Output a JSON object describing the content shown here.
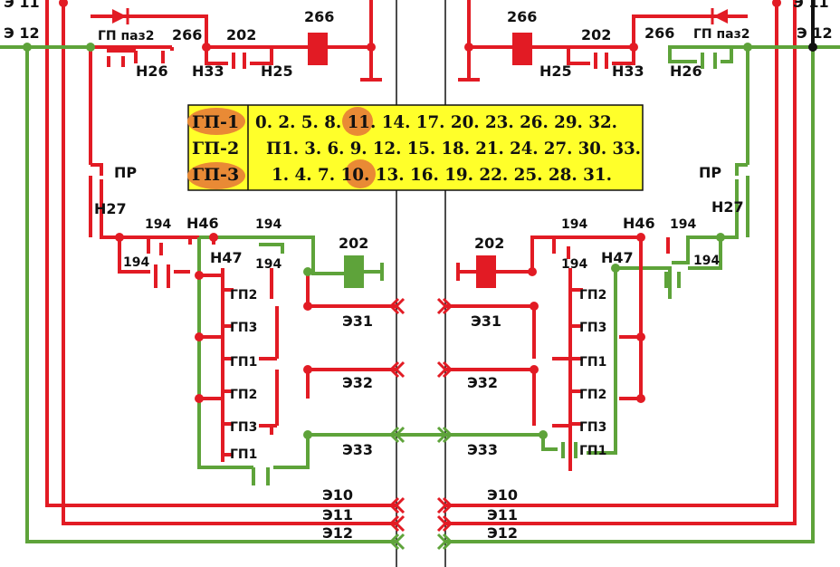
{
  "colors": {
    "red": "#e21b24",
    "green": "#5ea33a",
    "black": "#111111",
    "table_bg": "#ffff2a",
    "highlight": "#e98a35"
  },
  "top_left": {
    "e11": "Э 11",
    "e12": "Э 12",
    "gp_paz2": "ГП паз2",
    "n26": "Н26",
    "v266a": "266",
    "v202": "202",
    "v266b": "266",
    "n33": "Н33",
    "n25": "Н25"
  },
  "top_right": {
    "e11": "Э 11",
    "e12": "Э 12",
    "gp_paz2": "ГП паз2",
    "n26": "Н26",
    "v266a": "266",
    "v202": "202",
    "v266b": "266",
    "n33": "Н33",
    "n25": "Н25"
  },
  "table": {
    "rows": [
      {
        "key": "ГП-1",
        "values": "0. 2. 5. 8. 11. 14. 17. 20. 23. 26. 29. 32."
      },
      {
        "key": "ГП-2",
        "values": "П1. 3. 6. 9. 12. 15. 18. 21. 24. 27. 30. 33."
      },
      {
        "key": "ГП-3",
        "values": "1. 4. 7. 10. 13. 16. 19. 22. 25. 28. 31."
      }
    ]
  },
  "left_middle": {
    "pr": "ПР",
    "n27": "Н27",
    "v194a": "194",
    "n46": "Н46",
    "v194b": "194",
    "v194c": "194",
    "n47": "Н47",
    "v194d": "194",
    "v202": "202"
  },
  "right_middle": {
    "pr": "ПР",
    "n27": "Н27",
    "v194a": "194",
    "n46": "Н46",
    "v194b": "194",
    "v194c": "194",
    "n47": "Н47",
    "v194d": "194",
    "v202": "202"
  },
  "gp_left": [
    "ГП2",
    "ГП3",
    "ГП1",
    "ГП2",
    "ГП3",
    "ГП1"
  ],
  "gp_right": [
    "ГП2",
    "ГП3",
    "ГП1",
    "ГП2",
    "ГП3",
    "ГП1"
  ],
  "circuits_mid": {
    "e31": "Э31",
    "e32": "Э32",
    "e33": "Э33"
  },
  "circuits_bottom": {
    "e10": "Э10",
    "e11": "Э11",
    "e12": "Э12"
  }
}
